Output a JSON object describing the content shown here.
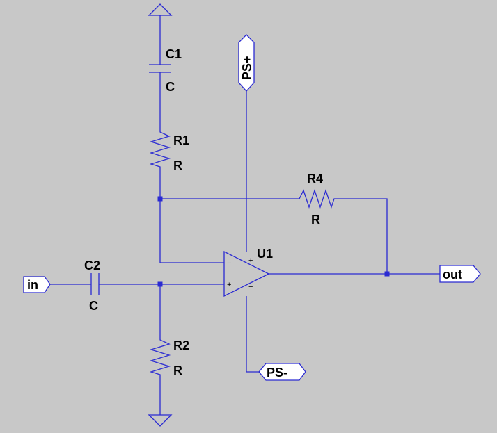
{
  "schematic": {
    "components": [
      {
        "ref": "C1",
        "value": "C",
        "kind": "capacitor"
      },
      {
        "ref": "R1",
        "value": "R",
        "kind": "resistor"
      },
      {
        "ref": "R4",
        "value": "R",
        "kind": "resistor"
      },
      {
        "ref": "C2",
        "value": "C",
        "kind": "capacitor"
      },
      {
        "ref": "R2",
        "value": "R",
        "kind": "resistor"
      },
      {
        "ref": "U1",
        "kind": "opamp",
        "plus": "+",
        "minus": "−"
      }
    ],
    "net_labels": {
      "in": "in",
      "out": "out",
      "ps_plus": "PS+",
      "ps_minus": "PS-"
    },
    "colors": {
      "background": "#c8c8c8",
      "wire": "#2a2ad2",
      "text": "#000000"
    }
  }
}
